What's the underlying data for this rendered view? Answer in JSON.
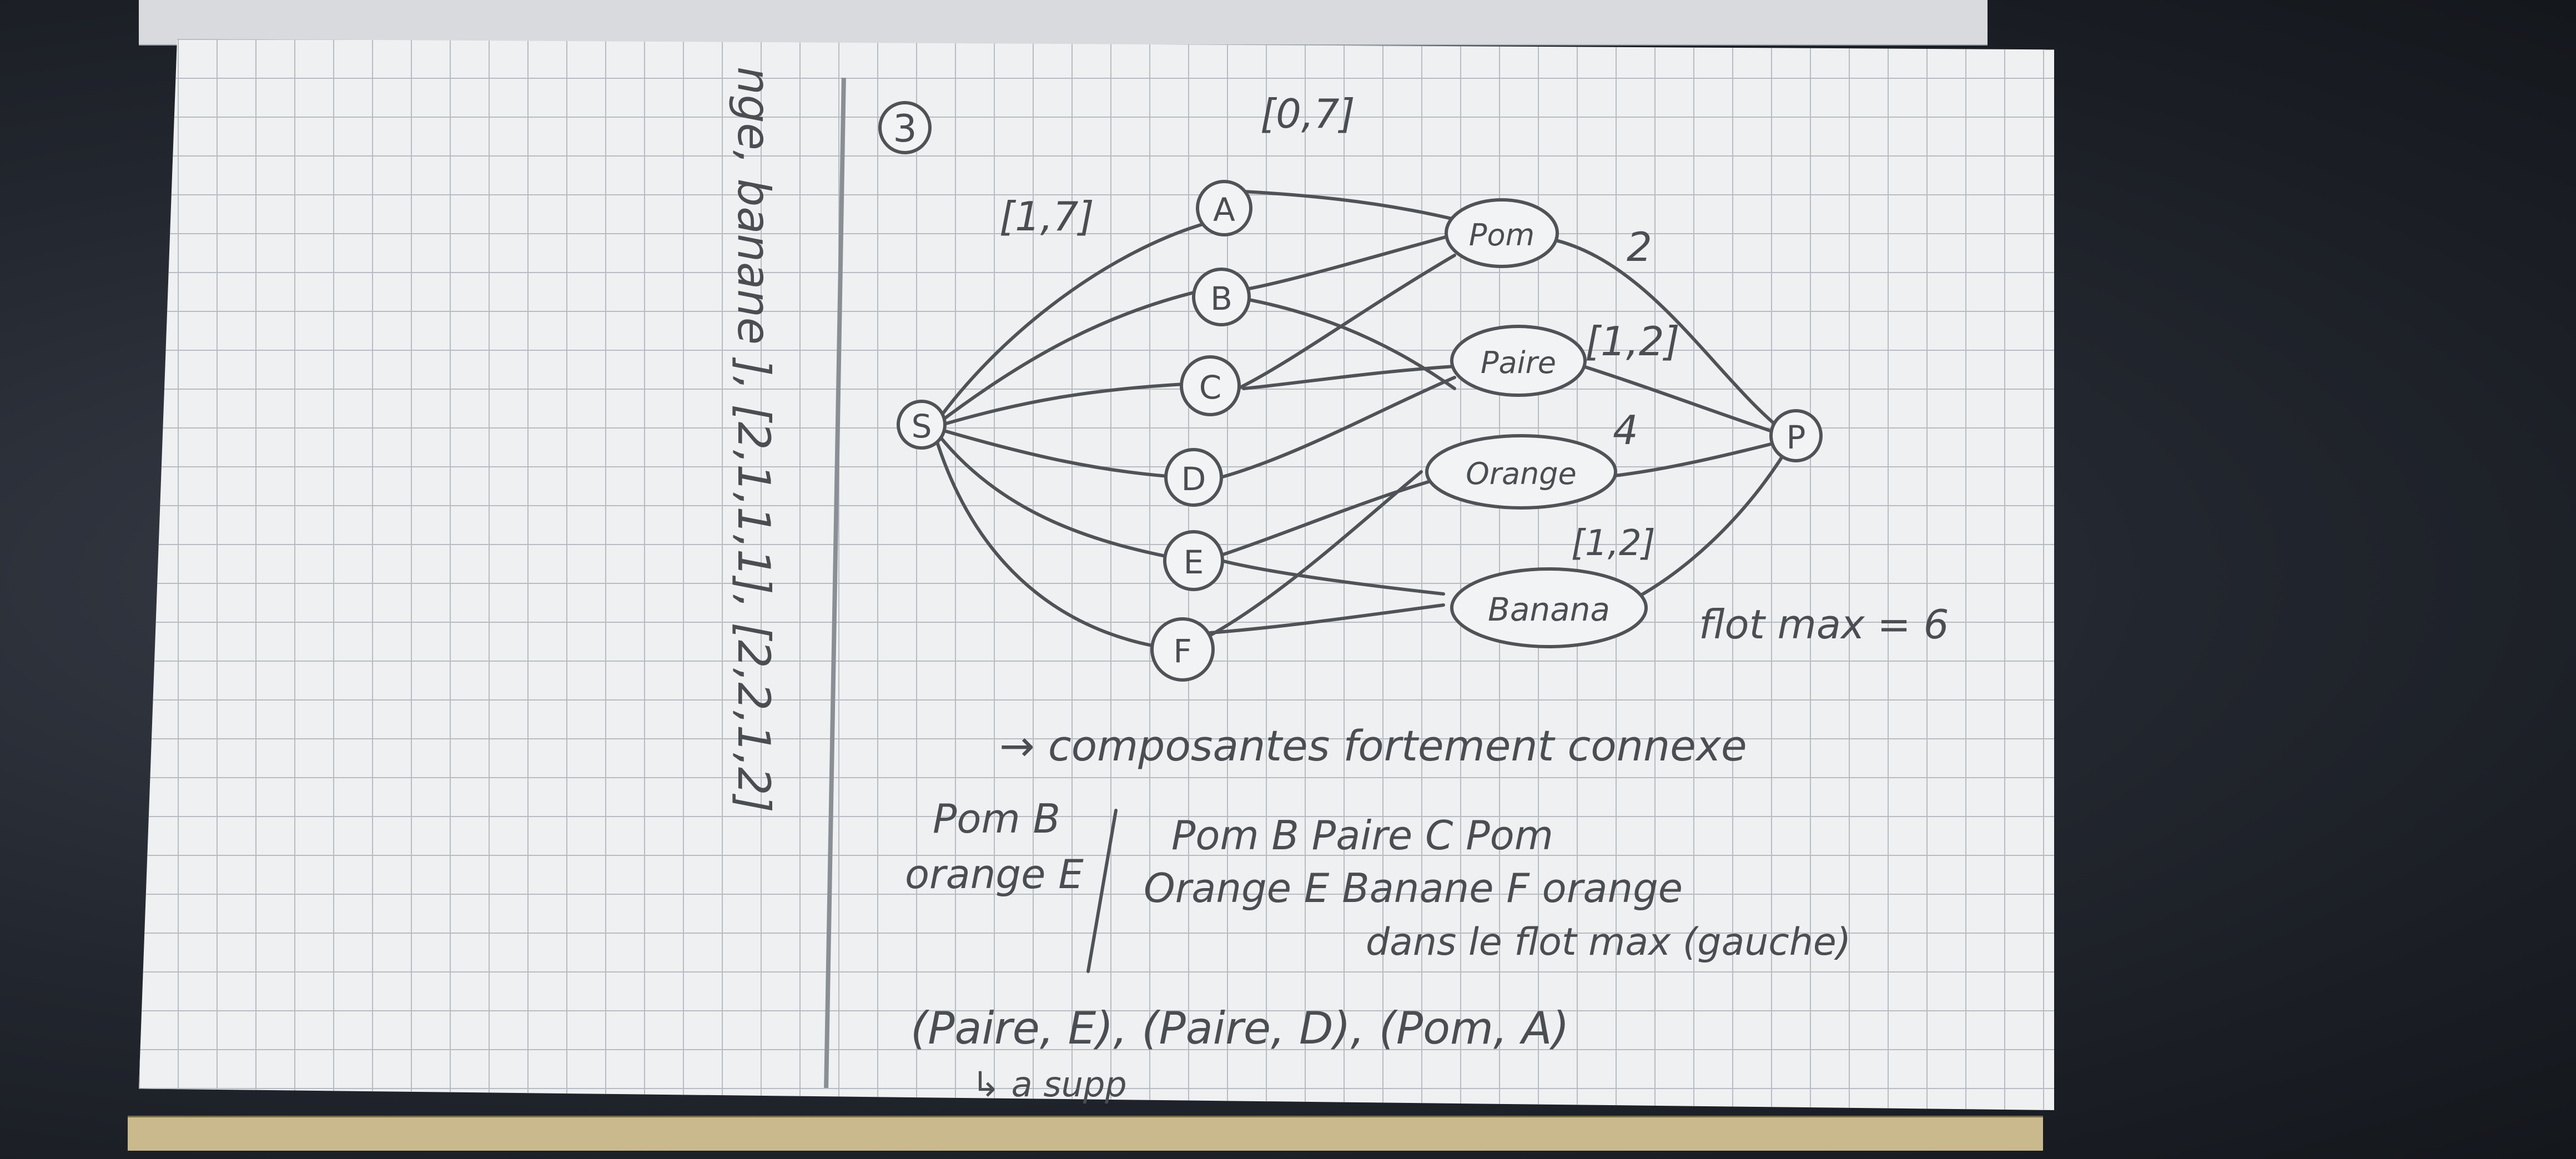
{
  "left_margin_text": "nge, banane ], [2,1,1,1], [2,2,1,2]",
  "problem_number": "3",
  "graph": {
    "source_node": "S",
    "sink_node": "P",
    "left_nodes": [
      "A",
      "B",
      "C",
      "D",
      "E",
      "F"
    ],
    "fruit_nodes": [
      "Pom",
      "Paire",
      "Orange",
      "Banana"
    ],
    "edge_labels": {
      "s_to_a": "[1,7]",
      "pom_to_a": "[0,7]",
      "p_to_pom": "2",
      "p_to_paire": "[1,2]",
      "p_to_orange": "4",
      "p_to_banana": "[1,2]"
    },
    "flot_max": "flot max = 6"
  },
  "notes": {
    "composantes": "→ composantes fortement connexe",
    "group_1_line_1": "Pom B",
    "group_1_line_2": "orange E",
    "group_2_line_1": "Pom B Paire C Pom",
    "group_2_line_2": "Orange E Banane F orange",
    "dans_flot": "dans le flot max (gauche)",
    "pairs": "(Paire, E), (Paire, D), (Pom, A)",
    "supp": "↳ a supp"
  }
}
